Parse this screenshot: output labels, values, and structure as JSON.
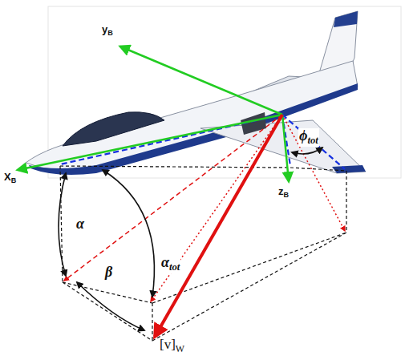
{
  "diagram": {
    "labels": [
      "yB",
      "XB",
      "zB",
      "ϕtot",
      "α",
      "αtot",
      "β",
      "[v]W"
    ]
  }
}
